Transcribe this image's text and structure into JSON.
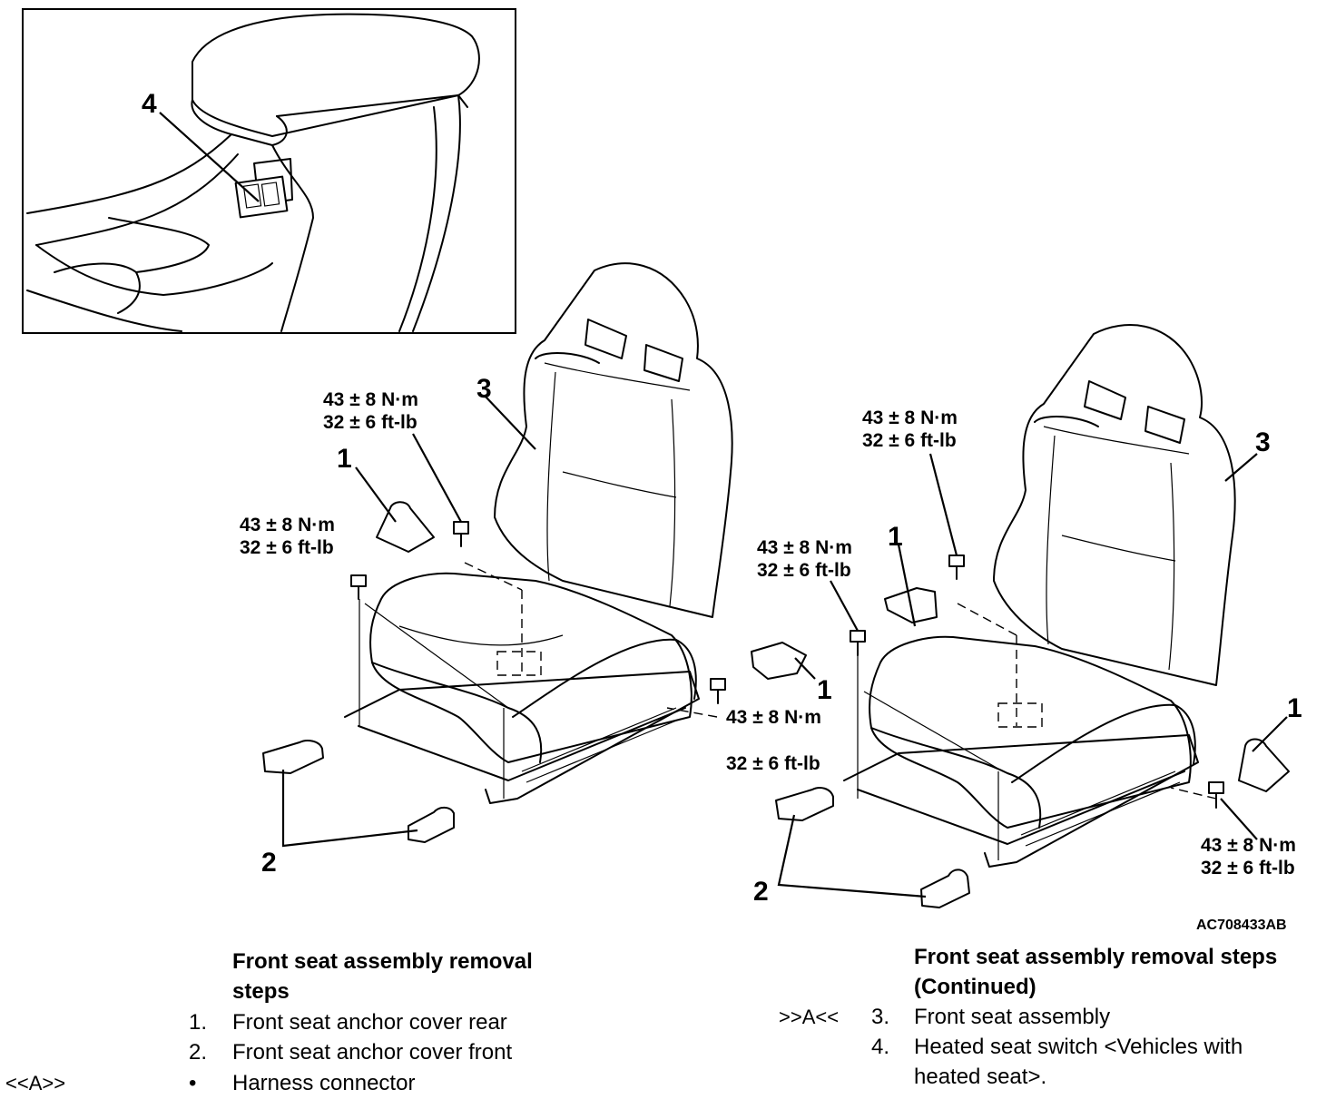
{
  "figure": {
    "id_code": "AC708433AB",
    "callouts": {
      "c1": "1",
      "c2": "2",
      "c3": "3",
      "c4": "4"
    },
    "torque_spec": {
      "metric": "43 ± 8 N·m",
      "imperial": "32 ± 6 ft-lb"
    }
  },
  "procedure": {
    "left": {
      "heading_line1": "Front seat assembly removal",
      "heading_line2": "steps",
      "steps": [
        {
          "marker": "",
          "number": "1.",
          "text": "Front seat anchor cover rear"
        },
        {
          "marker": "",
          "number": "2.",
          "text": "Front seat anchor cover front"
        },
        {
          "marker": "<<A>>",
          "number": "•",
          "text": "Harness connector"
        }
      ]
    },
    "right": {
      "heading_line1": "Front seat assembly removal steps",
      "heading_line2": "(Continued)",
      "steps": [
        {
          "marker": ">>A<<",
          "number": "3.",
          "text": "Front seat assembly"
        },
        {
          "marker": "",
          "number": "4.",
          "text": "Heated seat switch <Vehicles with",
          "continuation": "heated seat>."
        }
      ]
    }
  }
}
